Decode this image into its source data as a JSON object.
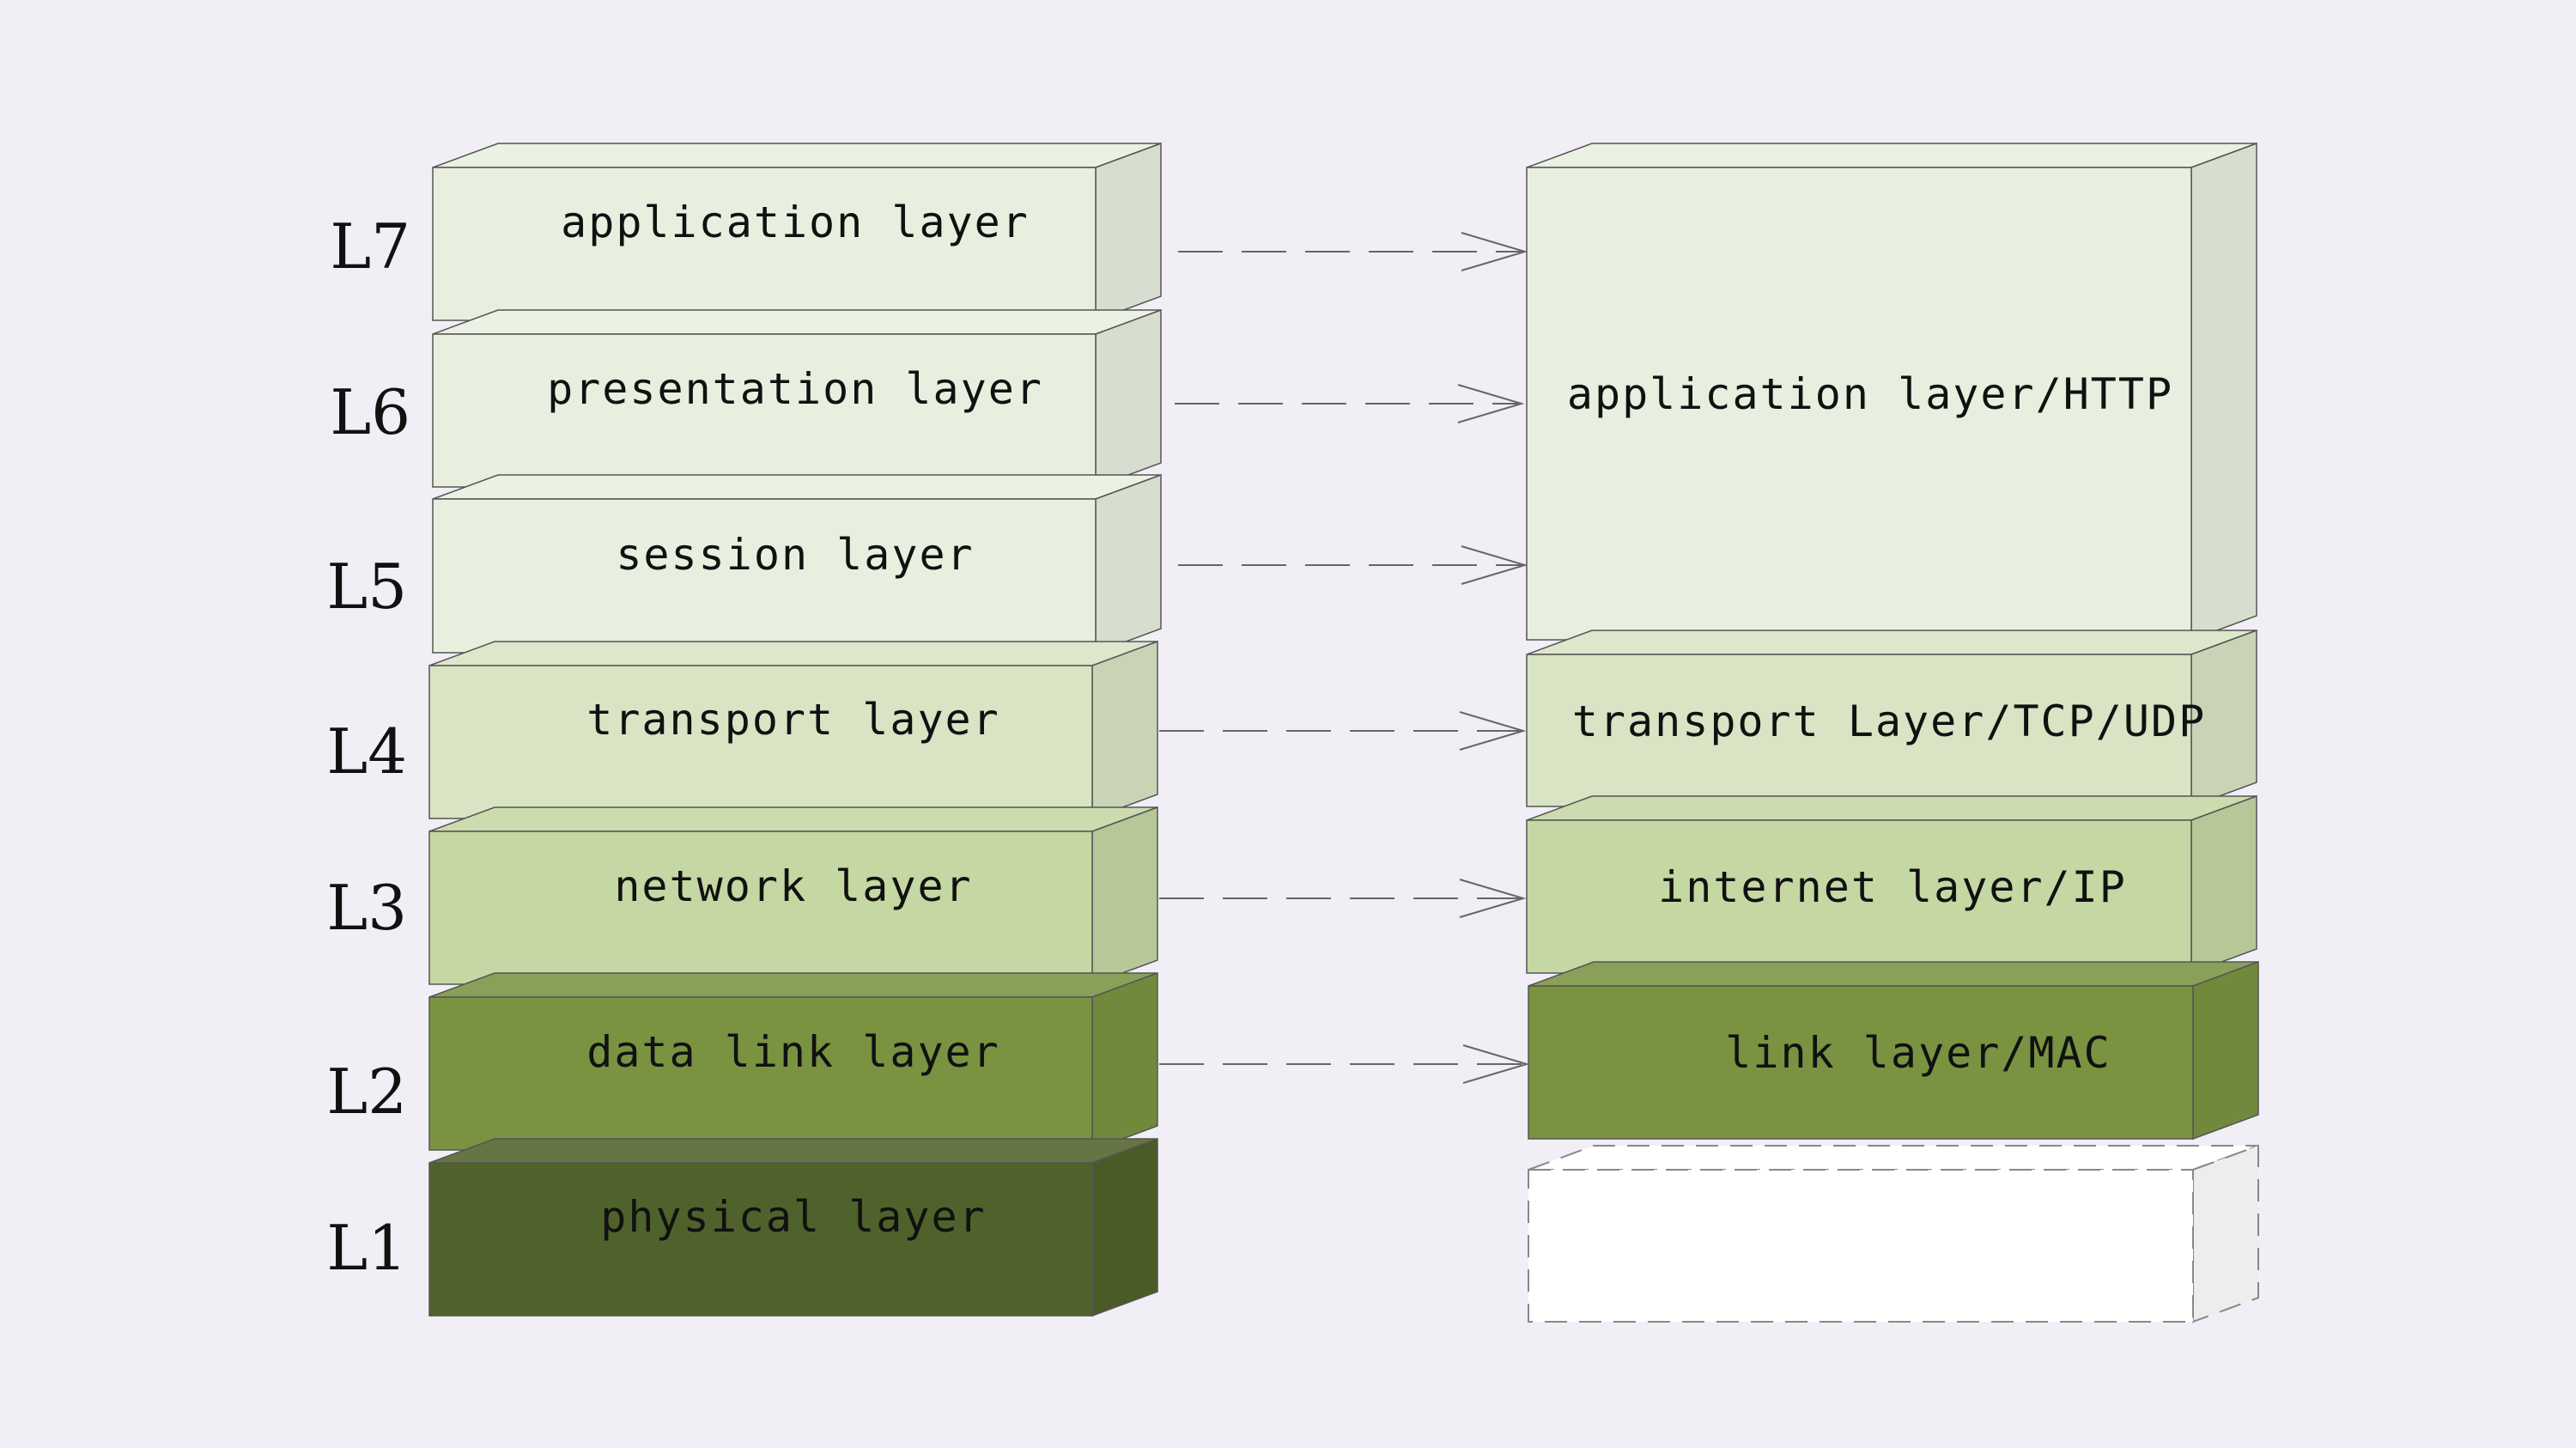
{
  "colors": {
    "background": "#f1eff5",
    "shade_1": "#e8efdf",
    "shade_2": "#d8e4c4",
    "shade_3": "#c5d7a3",
    "shade_4": "#799341",
    "shade_5": "#50622b",
    "outline": "#555555",
    "arrow": "#666666",
    "empty_box_border": "#888888",
    "empty_box_fill": "#ffffff"
  },
  "osi": {
    "layers": [
      {
        "level": "L7",
        "name": "application layer",
        "color": "#e8efdf"
      },
      {
        "level": "L6",
        "name": "presentation layer",
        "color": "#e8efdf"
      },
      {
        "level": "L5",
        "name": "session layer",
        "color": "#e8efdf"
      },
      {
        "level": "L4",
        "name": "transport layer",
        "color": "#d8e4c4"
      },
      {
        "level": "L3",
        "name": "network layer",
        "color": "#c5d7a3"
      },
      {
        "level": "L2",
        "name": "data link layer",
        "color": "#799341"
      },
      {
        "level": "L1",
        "name": "physical layer",
        "color": "#50622b"
      }
    ]
  },
  "tcpip": {
    "layers": [
      {
        "name": "application layer/HTTP",
        "color": "#e8efdf"
      },
      {
        "name": "transport Layer/TCP/UDP",
        "color": "#d8e4c4"
      },
      {
        "name": "internet layer/IP",
        "color": "#c5d7a3"
      },
      {
        "name": "link layer/MAC",
        "color": "#799341"
      },
      {
        "name": "",
        "color": "#ffffff"
      }
    ]
  }
}
